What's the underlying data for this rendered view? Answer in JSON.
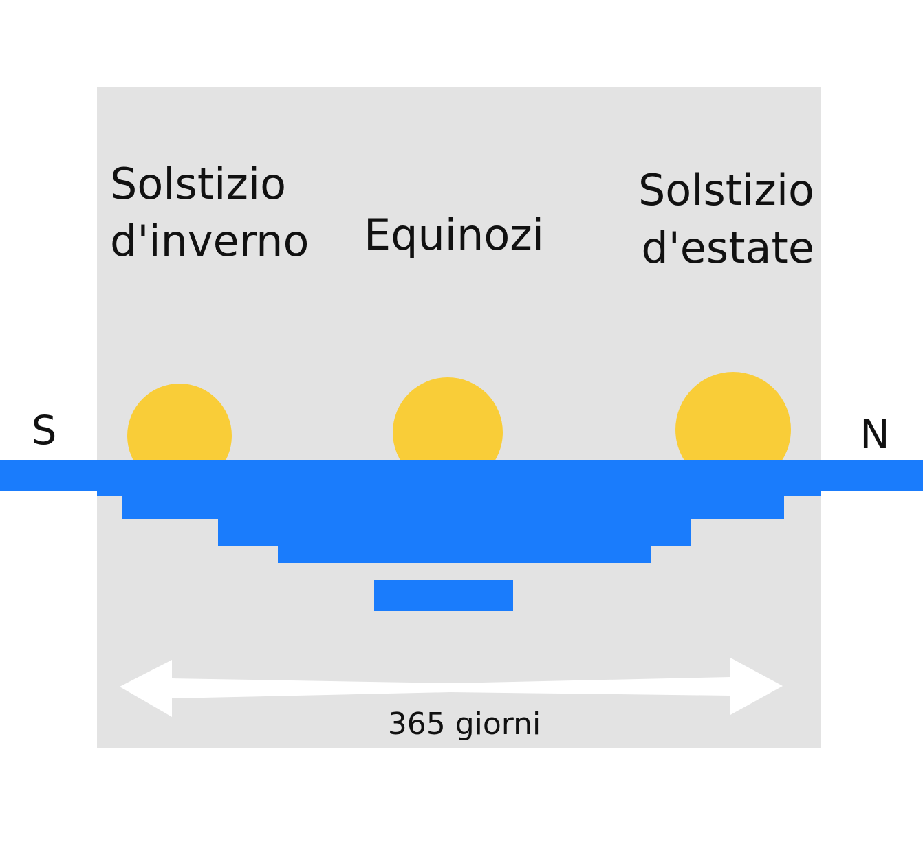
{
  "labels": {
    "winter_solstice_line1": "Solstizio",
    "winter_solstice_line2": "d'inverno",
    "equinoxes": "Equinozi",
    "summer_solstice_line1": "Solstizio",
    "summer_solstice_line2": "d'estate",
    "south": "S",
    "north": "N",
    "duration": "365 giorni"
  },
  "colors": {
    "panel": "#e3e3e3",
    "sun": "#f9cd38",
    "horizon": "#1a7cfc",
    "arrow": "#ffffff",
    "text": "#111111"
  },
  "icons": {
    "sun": "sun-icon",
    "arrow": "double-arrow-icon"
  }
}
